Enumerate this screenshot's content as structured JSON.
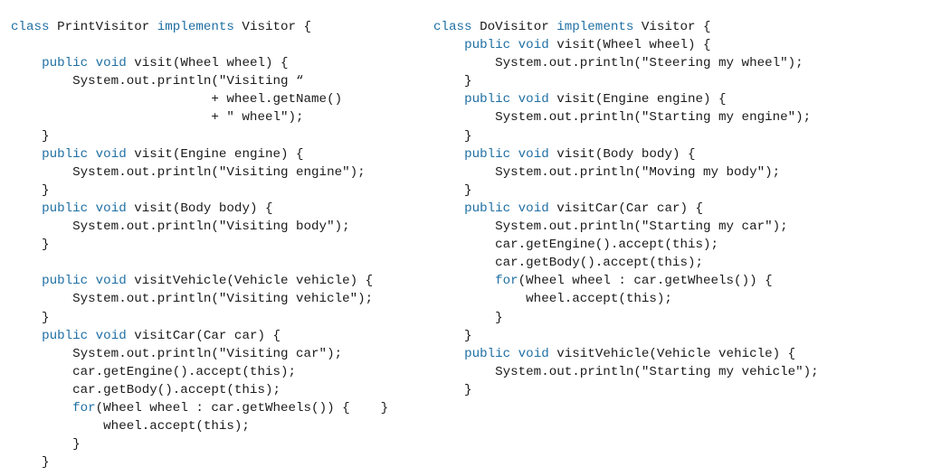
{
  "colors": {
    "keyword": "#1f6fa3",
    "text": "#1a1a1a",
    "background": "#ffffff"
  },
  "code_blocks": [
    {
      "name": "PrintVisitor",
      "lines": [
        [
          [
            "k",
            "class"
          ],
          [
            "p",
            " PrintVisitor "
          ],
          [
            "k",
            "implements"
          ],
          [
            "p",
            " Visitor {"
          ]
        ],
        [],
        [
          [
            "p",
            "    "
          ],
          [
            "k",
            "public"
          ],
          [
            "p",
            " "
          ],
          [
            "k",
            "void"
          ],
          [
            "p",
            " visit(Wheel wheel) {"
          ]
        ],
        [
          [
            "p",
            "        System.out.println(\"Visiting “"
          ]
        ],
        [
          [
            "p",
            "                          + wheel.getName()"
          ]
        ],
        [
          [
            "p",
            "                          + \" wheel\");"
          ]
        ],
        [
          [
            "p",
            "    }"
          ]
        ],
        [
          [
            "p",
            "    "
          ],
          [
            "k",
            "public"
          ],
          [
            "p",
            " "
          ],
          [
            "k",
            "void"
          ],
          [
            "p",
            " visit(Engine engine) {"
          ]
        ],
        [
          [
            "p",
            "        System.out.println(\"Visiting engine\");"
          ]
        ],
        [
          [
            "p",
            "    }"
          ]
        ],
        [
          [
            "p",
            "    "
          ],
          [
            "k",
            "public"
          ],
          [
            "p",
            " "
          ],
          [
            "k",
            "void"
          ],
          [
            "p",
            " visit(Body body) {"
          ]
        ],
        [
          [
            "p",
            "        System.out.println(\"Visiting body\");"
          ]
        ],
        [
          [
            "p",
            "    }"
          ]
        ],
        [],
        [
          [
            "p",
            "    "
          ],
          [
            "k",
            "public"
          ],
          [
            "p",
            " "
          ],
          [
            "k",
            "void"
          ],
          [
            "p",
            " visitVehicle(Vehicle vehicle) {"
          ]
        ],
        [
          [
            "p",
            "        System.out.println(\"Visiting vehicle\");"
          ]
        ],
        [
          [
            "p",
            "    }"
          ]
        ],
        [
          [
            "p",
            "    "
          ],
          [
            "k",
            "public"
          ],
          [
            "p",
            " "
          ],
          [
            "k",
            "void"
          ],
          [
            "p",
            " visitCar(Car car) {"
          ]
        ],
        [
          [
            "p",
            "        System.out.println(\"Visiting car\");"
          ]
        ],
        [
          [
            "p",
            "        car.getEngine().accept(this);"
          ]
        ],
        [
          [
            "p",
            "        car.getBody().accept(this);"
          ]
        ],
        [
          [
            "p",
            "        "
          ],
          [
            "k",
            "for"
          ],
          [
            "p",
            "(Wheel wheel : car.getWheels()) {    }"
          ]
        ],
        [
          [
            "p",
            "            wheel.accept(this);"
          ]
        ],
        [
          [
            "p",
            "        }"
          ]
        ],
        [
          [
            "p",
            "    }"
          ]
        ]
      ]
    },
    {
      "name": "DoVisitor",
      "lines": [
        [
          [
            "k",
            "class"
          ],
          [
            "p",
            " DoVisitor "
          ],
          [
            "k",
            "implements"
          ],
          [
            "p",
            " Visitor {"
          ]
        ],
        [
          [
            "p",
            "    "
          ],
          [
            "k",
            "public"
          ],
          [
            "p",
            " "
          ],
          [
            "k",
            "void"
          ],
          [
            "p",
            " visit(Wheel wheel) {"
          ]
        ],
        [
          [
            "p",
            "        System.out.println(\"Steering my wheel\");"
          ]
        ],
        [
          [
            "p",
            "    }"
          ]
        ],
        [
          [
            "p",
            "    "
          ],
          [
            "k",
            "public"
          ],
          [
            "p",
            " "
          ],
          [
            "k",
            "void"
          ],
          [
            "p",
            " visit(Engine engine) {"
          ]
        ],
        [
          [
            "p",
            "        System.out.println(\"Starting my engine\");"
          ]
        ],
        [
          [
            "p",
            "    }"
          ]
        ],
        [
          [
            "p",
            "    "
          ],
          [
            "k",
            "public"
          ],
          [
            "p",
            " "
          ],
          [
            "k",
            "void"
          ],
          [
            "p",
            " visit(Body body) {"
          ]
        ],
        [
          [
            "p",
            "        System.out.println(\"Moving my body\");"
          ]
        ],
        [
          [
            "p",
            "    }"
          ]
        ],
        [
          [
            "p",
            "    "
          ],
          [
            "k",
            "public"
          ],
          [
            "p",
            " "
          ],
          [
            "k",
            "void"
          ],
          [
            "p",
            " visitCar(Car car) {"
          ]
        ],
        [
          [
            "p",
            "        System.out.println(\"Starting my car\");"
          ]
        ],
        [
          [
            "p",
            "        car.getEngine().accept(this);"
          ]
        ],
        [
          [
            "p",
            "        car.getBody().accept(this);"
          ]
        ],
        [
          [
            "p",
            "        "
          ],
          [
            "k",
            "for"
          ],
          [
            "p",
            "(Wheel wheel : car.getWheels()) {"
          ]
        ],
        [
          [
            "p",
            "            wheel.accept(this);"
          ]
        ],
        [
          [
            "p",
            "        }"
          ]
        ],
        [
          [
            "p",
            "    }"
          ]
        ],
        [
          [
            "p",
            "    "
          ],
          [
            "k",
            "public"
          ],
          [
            "p",
            " "
          ],
          [
            "k",
            "void"
          ],
          [
            "p",
            " visitVehicle(Vehicle vehicle) {"
          ]
        ],
        [
          [
            "p",
            "        System.out.println(\"Starting my vehicle\");"
          ]
        ],
        [
          [
            "p",
            "    }"
          ]
        ]
      ]
    }
  ]
}
